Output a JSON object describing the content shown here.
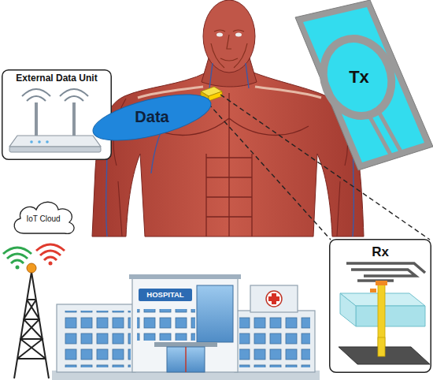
{
  "diagram": {
    "nodes": [
      {
        "text": [
          "External Data Unit"
        ]
      },
      {
        "text": [
          "Data"
        ]
      },
      {
        "text": [
          "IoT Cloud"
        ]
      },
      {
        "text": [
          "Tx"
        ]
      },
      {
        "text": [
          "Rx"
        ]
      }
    ],
    "labels": [
      "HOSPITAL"
    ]
  }
}
